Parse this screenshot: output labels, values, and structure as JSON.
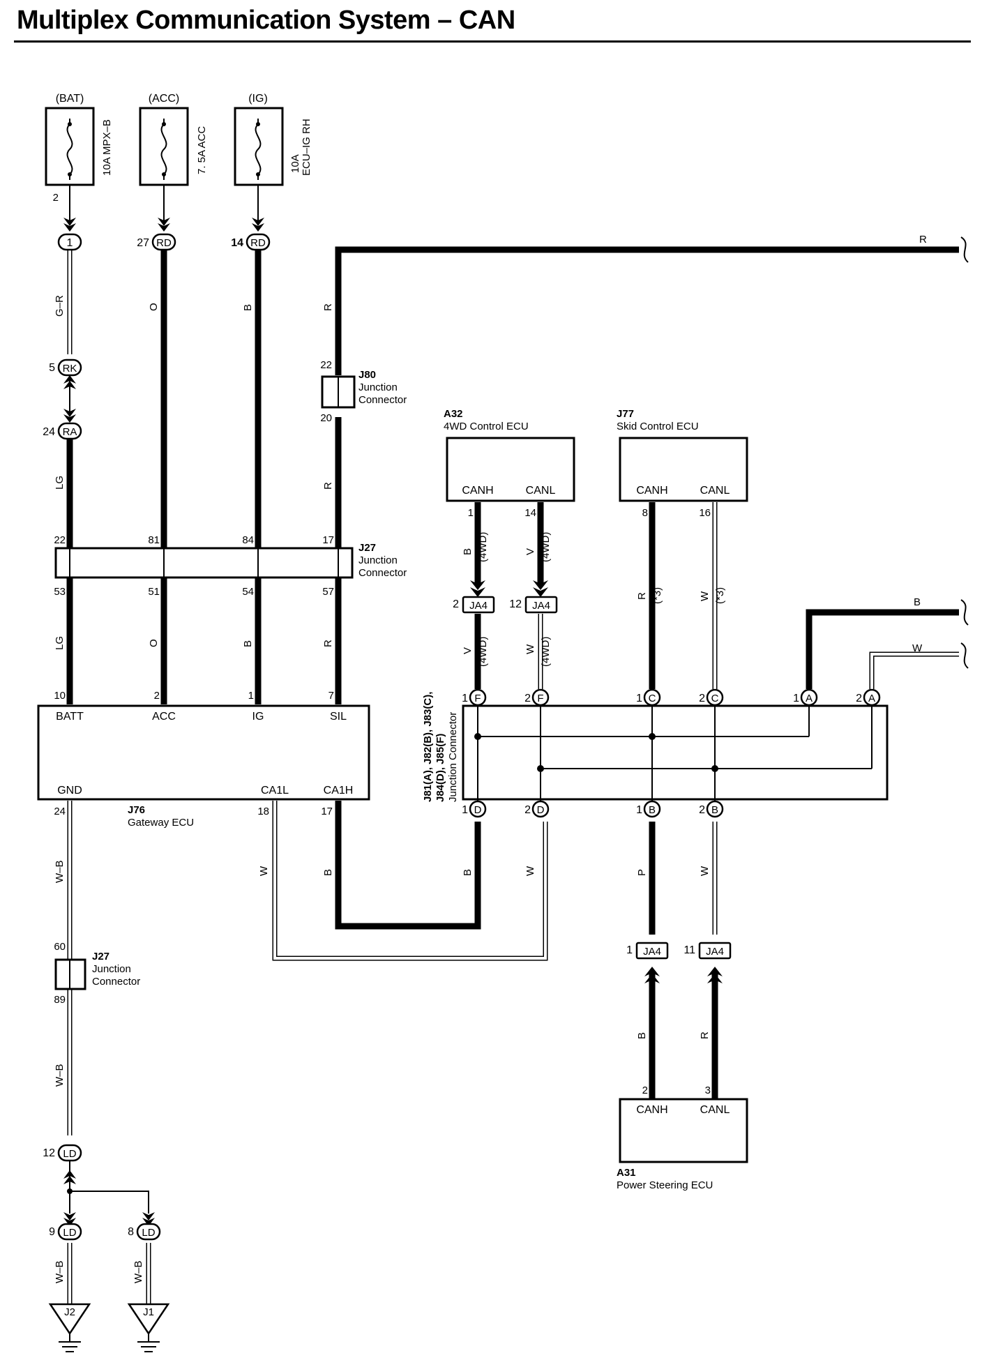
{
  "title": "Multiplex Communication System – CAN",
  "power": {
    "bat": {
      "label": "(BAT)",
      "fuse": "10A MPX–B",
      "pin": "2"
    },
    "acc": {
      "label": "(ACC)",
      "fuse": "7. 5A ACC"
    },
    "ig": {
      "label": "(IG)",
      "fuse_l1": "10A",
      "fuse_l2": "ECU–IG RH"
    }
  },
  "connectors": {
    "c1": {
      "pin": "1"
    },
    "c27rd": {
      "num": "27",
      "code": "RD"
    },
    "c14rd": {
      "num": "14",
      "code": "RD"
    },
    "rk": {
      "num": "5",
      "code": "RK"
    },
    "ra": {
      "num": "24",
      "code": "RA"
    },
    "ld12": {
      "num": "12",
      "code": "LD"
    },
    "ld9": {
      "num": "9",
      "code": "LD"
    },
    "ld8": {
      "num": "8",
      "code": "LD"
    },
    "ja4": {
      "code": "JA4",
      "p2": "2",
      "p12": "12",
      "p1": "1",
      "p11": "11"
    }
  },
  "wires": {
    "gr": "G–R",
    "o": "O",
    "b": "B",
    "r": "R",
    "lg": "LG",
    "v": "V",
    "w": "W",
    "wb": "W–B",
    "p": "P",
    "tag4wd": "(4WD)",
    "tag3": "(*3)"
  },
  "j80": {
    "id": "J80",
    "name1": "Junction",
    "name2": "Connector",
    "top": "22",
    "bottom": "20"
  },
  "j27a": {
    "id": "J27",
    "name1": "Junction",
    "name2": "Connector",
    "t1": "22",
    "t2": "81",
    "t3": "84",
    "t4": "17",
    "b1": "53",
    "b2": "51",
    "b3": "54",
    "b4": "57"
  },
  "j27b": {
    "id": "J27",
    "name1": "Junction",
    "name2": "Connector",
    "top": "60",
    "bottom": "89"
  },
  "gateway": {
    "id": "J76",
    "name": "Gateway ECU",
    "batt": "BATT",
    "acc": "ACC",
    "ig": "IG",
    "sil": "SIL",
    "gnd": "GND",
    "ca1l": "CA1L",
    "ca1h": "CA1H",
    "p_batt": "10",
    "p_acc": "2",
    "p_ig": "1",
    "p_sil": "7",
    "p_gnd": "24",
    "p_ca1l": "18",
    "p_ca1h": "17"
  },
  "ecu_4wd": {
    "id": "A32",
    "name": "4WD Control ECU",
    "canh": "CANH",
    "canl": "CANL",
    "p_h": "1",
    "p_l": "14"
  },
  "ecu_skid": {
    "id": "J77",
    "name": "Skid Control ECU",
    "canh": "CANH",
    "canl": "CANL",
    "p_h": "8",
    "p_l": "16"
  },
  "ecu_ps": {
    "id": "A31",
    "name": "Power Steering ECU",
    "canh": "CANH",
    "canl": "CANL",
    "p_h": "2",
    "p_l": "3"
  },
  "junction_block": {
    "label_l1": "J81(A), J82(B), J83(C),",
    "label_l2": "J84(D), J85(F)",
    "label_l3": "Junction Connector",
    "p1": "1",
    "p2": "2",
    "F": "F",
    "C": "C",
    "A": "A",
    "D": "D",
    "B": "B"
  },
  "grounds": {
    "j2": "J2",
    "j1": "J1"
  }
}
